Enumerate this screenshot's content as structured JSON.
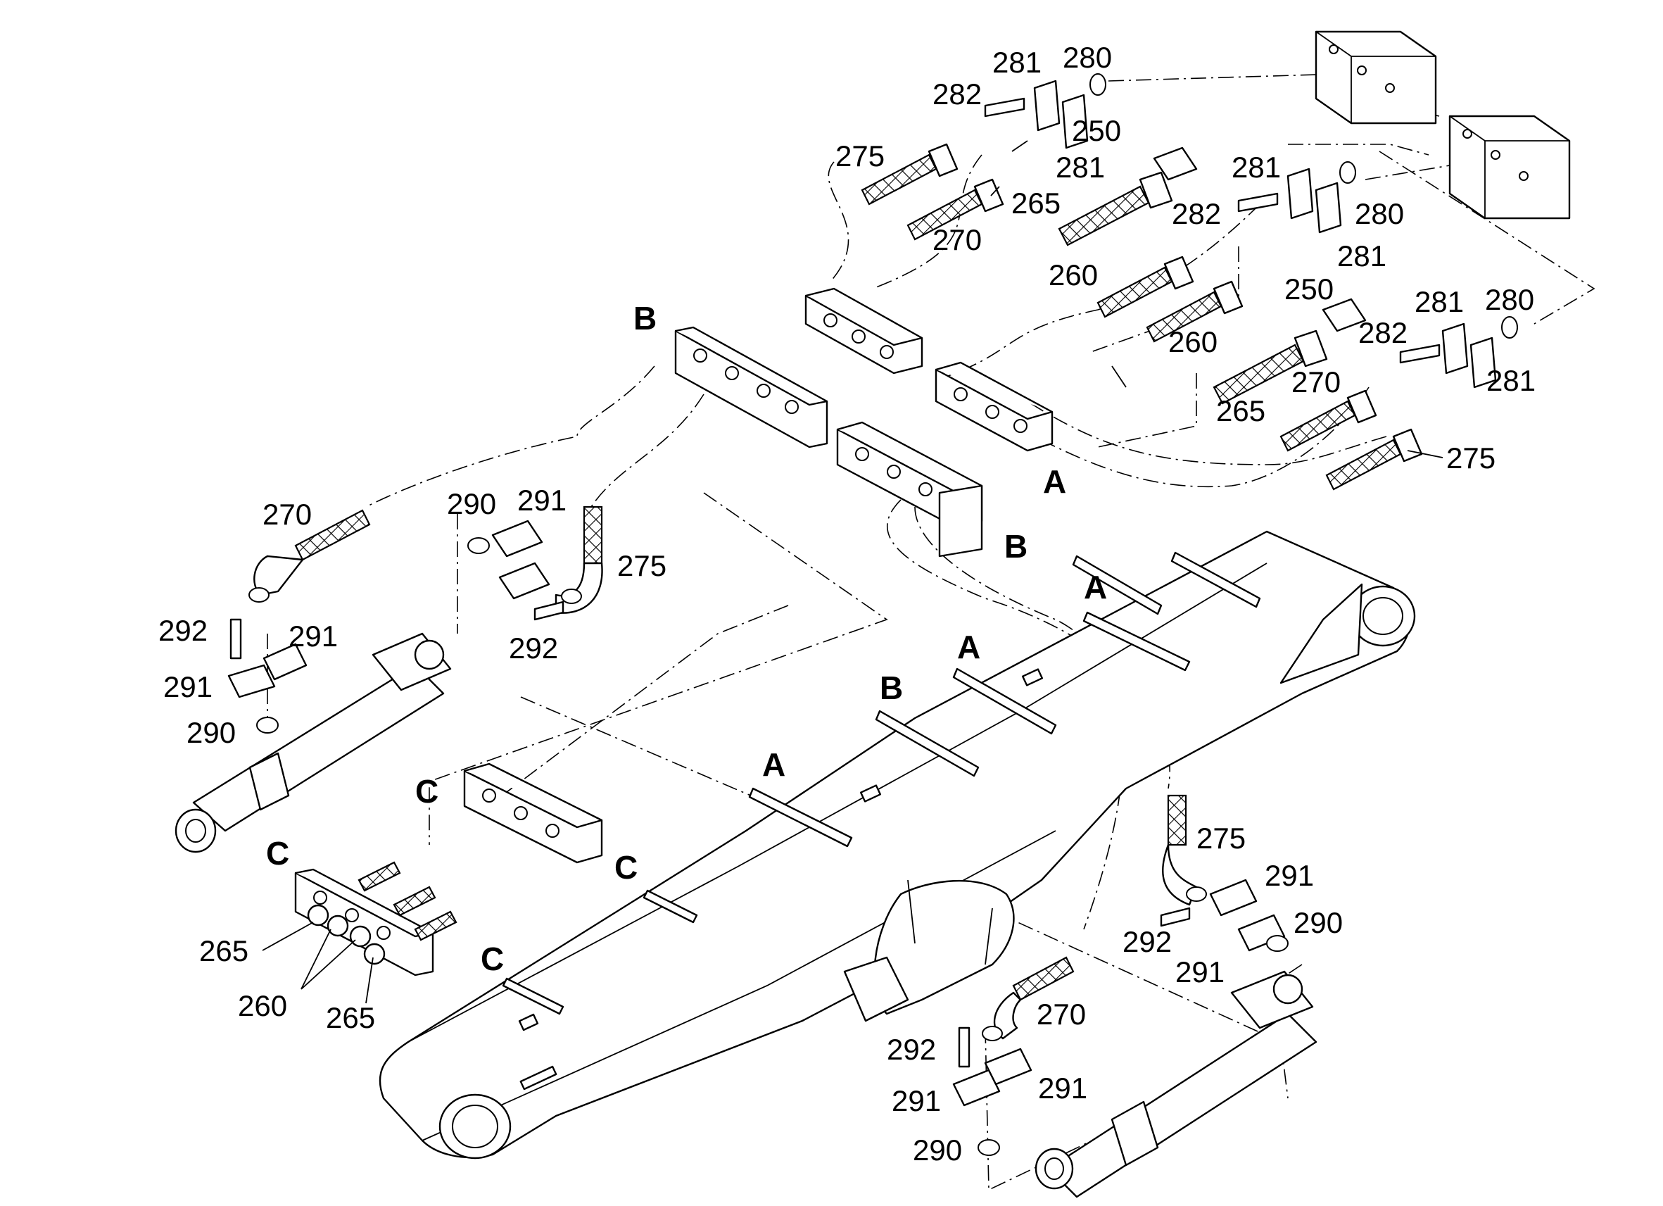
{
  "diagram": {
    "type": "exploded parts diagram",
    "subject": "excavator boom hydraulic lines and clamps",
    "section_letters": [
      "A",
      "B",
      "C"
    ],
    "callouts": [
      {
        "id": "c280a",
        "text": "280"
      },
      {
        "id": "c281a",
        "text": "281"
      },
      {
        "id": "c282a",
        "text": "282"
      },
      {
        "id": "c275a",
        "text": "275"
      },
      {
        "id": "c250a",
        "text": "250"
      },
      {
        "id": "c281b",
        "text": "281"
      },
      {
        "id": "c265a",
        "text": "265"
      },
      {
        "id": "c270a",
        "text": "270"
      },
      {
        "id": "c281c",
        "text": "281"
      },
      {
        "id": "c282b",
        "text": "282"
      },
      {
        "id": "c280b",
        "text": "280"
      },
      {
        "id": "c281d",
        "text": "281"
      },
      {
        "id": "c260a",
        "text": "260"
      },
      {
        "id": "c260b",
        "text": "260"
      },
      {
        "id": "c250b",
        "text": "250"
      },
      {
        "id": "c281e",
        "text": "281"
      },
      {
        "id": "c280c",
        "text": "280"
      },
      {
        "id": "c282c",
        "text": "282"
      },
      {
        "id": "c281f",
        "text": "281"
      },
      {
        "id": "c265b",
        "text": "265"
      },
      {
        "id": "c270b",
        "text": "270"
      },
      {
        "id": "c275b",
        "text": "275"
      },
      {
        "id": "cB1",
        "text": "B"
      },
      {
        "id": "cA1",
        "text": "A"
      },
      {
        "id": "cB2",
        "text": "B"
      },
      {
        "id": "c270c",
        "text": "270"
      },
      {
        "id": "c290a",
        "text": "290"
      },
      {
        "id": "c291a",
        "text": "291"
      },
      {
        "id": "c275c",
        "text": "275"
      },
      {
        "id": "c292a",
        "text": "292"
      },
      {
        "id": "c291b",
        "text": "291"
      },
      {
        "id": "c292b",
        "text": "292"
      },
      {
        "id": "c291c",
        "text": "291"
      },
      {
        "id": "c290b",
        "text": "290"
      },
      {
        "id": "cA2",
        "text": "A"
      },
      {
        "id": "cA3",
        "text": "A"
      },
      {
        "id": "cB3",
        "text": "B"
      },
      {
        "id": "cA4",
        "text": "A"
      },
      {
        "id": "cC1",
        "text": "C"
      },
      {
        "id": "cC2",
        "text": "C"
      },
      {
        "id": "cC3",
        "text": "C"
      },
      {
        "id": "cC4",
        "text": "C"
      },
      {
        "id": "c265c",
        "text": "265"
      },
      {
        "id": "c260c",
        "text": "260"
      },
      {
        "id": "c265d",
        "text": "265"
      },
      {
        "id": "c275d",
        "text": "275"
      },
      {
        "id": "c291d",
        "text": "291"
      },
      {
        "id": "c290c",
        "text": "290"
      },
      {
        "id": "c292c",
        "text": "292"
      },
      {
        "id": "c291e",
        "text": "291"
      },
      {
        "id": "c270d",
        "text": "270"
      },
      {
        "id": "c292d",
        "text": "292"
      },
      {
        "id": "c291f",
        "text": "291"
      },
      {
        "id": "c291g",
        "text": "291"
      },
      {
        "id": "c290d",
        "text": "290"
      }
    ]
  }
}
